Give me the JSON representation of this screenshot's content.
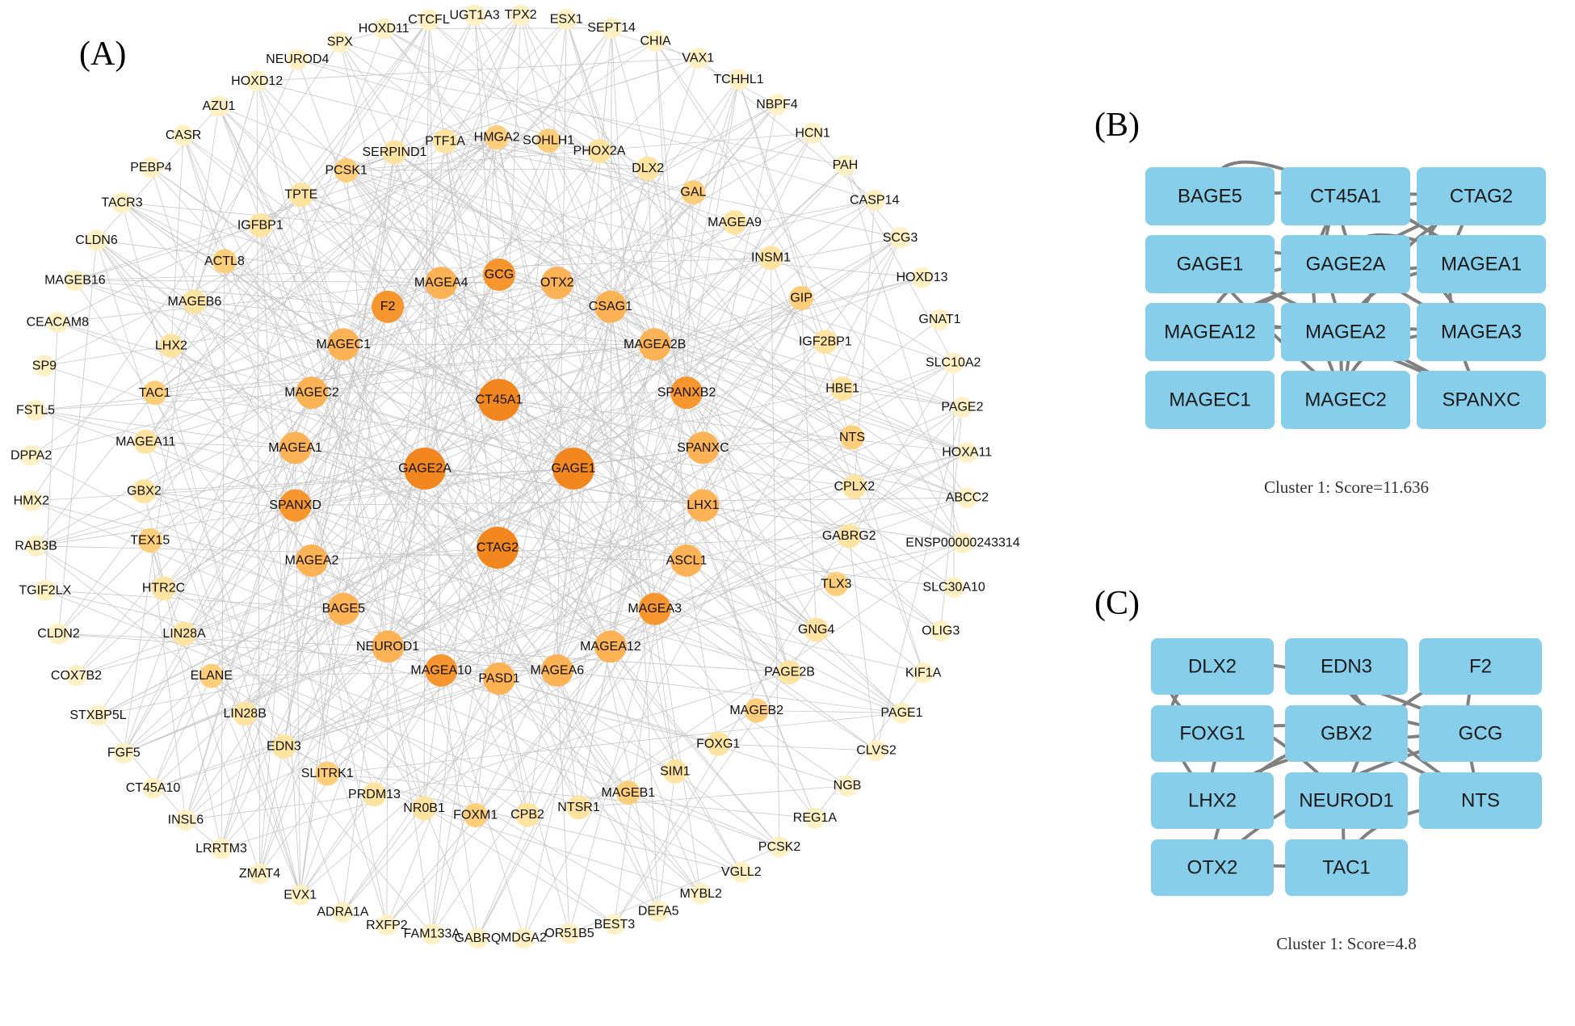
{
  "panels": {
    "a": {
      "label": "(A)"
    },
    "b": {
      "label": "(B)",
      "caption": "Cluster 1: Score=11.636"
    },
    "c": {
      "label": "(C)",
      "caption": "Cluster 1: Score=4.8"
    }
  },
  "colors": {
    "node_tiers": [
      "#fff1c4",
      "#ffe3a0",
      "#ffce7a",
      "#fcb255",
      "#f7962f",
      "#f2871f"
    ],
    "edge": "#c8c8c8",
    "cluster_box": "#87ceeb",
    "cluster_edge": "#808080"
  },
  "network": {
    "outer_ring": [
      "UGT1A3",
      "TPX2",
      "ESX1",
      "SEPT14",
      "CHIA",
      "VAX1",
      "TCHHL1",
      "NBPF4",
      "HCN1",
      "PAH",
      "CASP14",
      "SCG3",
      "HOXD13",
      "GNAT1",
      "SLC10A2",
      "PAGE2",
      "HOXA11",
      "ABCC2",
      "ENSP00000243314",
      "SLC30A10",
      "OLIG3",
      "KIF1A",
      "PAGE1",
      "CLVS2",
      "NGB",
      "REG1A",
      "PCSK2",
      "VGLL2",
      "MYBL2",
      "DEFA5",
      "BEST3",
      "OR51B5",
      "MDGA2",
      "GABRQ",
      "FAM133A",
      "RXFP2",
      "ADRA1A",
      "EVX1",
      "ZMAT4",
      "LRRTM3",
      "INSL6",
      "CT45A10",
      "FGF5",
      "STXBP5L",
      "COX7B2",
      "CLDN2",
      "TGIF2LX",
      "RAB3B",
      "HMX2",
      "DPPA2",
      "FSTL5",
      "SP9",
      "CEACAM8",
      "MAGEB16",
      "CLDN6",
      "TACR3",
      "PEBP4",
      "CASR",
      "AZU1",
      "HOXD12",
      "NEUROD4",
      "SPX",
      "HOXD11",
      "CTCFL"
    ],
    "middle_ring": [
      "SOHLH1",
      "PHOX2A",
      "DLX2",
      "GAL",
      "MAGEA9",
      "INSM1",
      "GIP",
      "IGF2BP1",
      "HBE1",
      "NTS",
      "CPLX2",
      "GABRG2",
      "TLX3",
      "GNG4",
      "PAGE2B",
      "MAGEB2",
      "FOXG1",
      "SIM1",
      "MAGEB1",
      "NTSR1",
      "CPB2",
      "FOXM1",
      "NR0B1",
      "PRDM13",
      "SLITRK1",
      "EDN3",
      "LIN28B",
      "ELANE",
      "LIN28A",
      "HTR2C",
      "TEX15",
      "GBX2",
      "MAGEA11",
      "TAC1",
      "LHX2",
      "MAGEB6",
      "ACTL8",
      "IGFBP1",
      "TPTE",
      "PCSK1",
      "SERPIND1",
      "PTF1A",
      "HMGA2"
    ],
    "inner_ring": [
      "GCG",
      "OTX2",
      "CSAG1",
      "MAGEA2B",
      "SPANXB2",
      "SPANXC",
      "LHX1",
      "ASCL1",
      "MAGEA3",
      "MAGEA12",
      "MAGEA6",
      "PASD1",
      "MAGEA10",
      "NEUROD1",
      "BAGE5",
      "MAGEA2",
      "SPANXD",
      "MAGEA1",
      "MAGEC2",
      "MAGEC1",
      "F2",
      "MAGEA4"
    ],
    "core": [
      "CT45A1",
      "GAGE1",
      "CTAG2",
      "GAGE2A"
    ]
  },
  "cluster_b": {
    "nodes": [
      "BAGE5",
      "CT45A1",
      "CTAG2",
      "GAGE1",
      "GAGE2A",
      "MAGEA1",
      "MAGEA12",
      "MAGEA2",
      "MAGEA3",
      "MAGEC1",
      "MAGEC2",
      "SPANXC"
    ]
  },
  "cluster_c": {
    "nodes": [
      "DLX2",
      "EDN3",
      "F2",
      "FOXG1",
      "GBX2",
      "GCG",
      "LHX2",
      "NEUROD1",
      "NTS",
      "OTX2",
      "TAC1"
    ]
  }
}
